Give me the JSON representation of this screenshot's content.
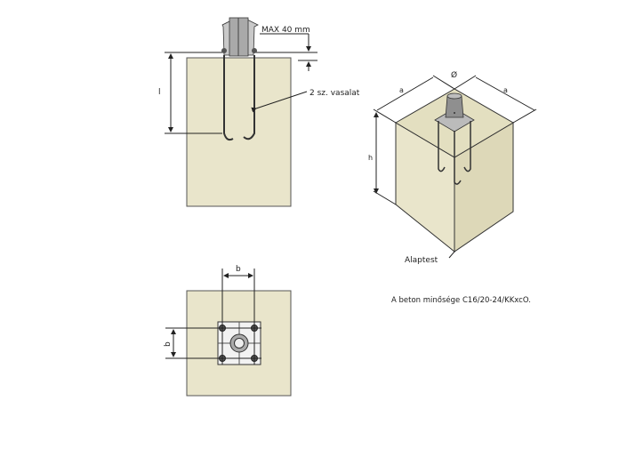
{
  "colors": {
    "concrete": "#e9e5cb",
    "concrete_side": "#dcd7b7",
    "concrete_top": "#e3dfc0",
    "line": "#222222",
    "steel": "#9a9a9a"
  },
  "front_view": {
    "max_label": "MAX 40 mm",
    "depth_label": "l",
    "rebar_label": "2 sz. vasalat"
  },
  "iso_view": {
    "side_a_left": "a",
    "side_a_right": "a",
    "diameter_label": "Ø",
    "height_label": "h",
    "base_label": "Alaptest"
  },
  "plan_view": {
    "spacing_top": "b",
    "spacing_left": "b"
  },
  "note": "A beton minősége C16/20-24/KKxcO."
}
